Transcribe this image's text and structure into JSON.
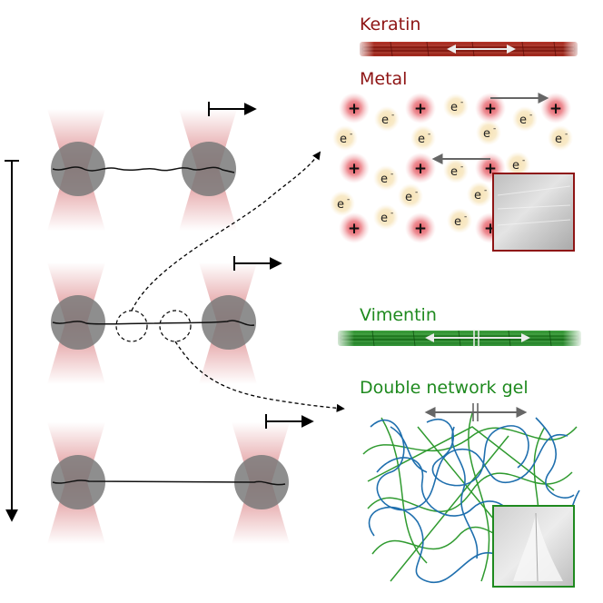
{
  "labels": {
    "keratin": "Keratin",
    "metal": "Metal",
    "vimentin": "Vimentin",
    "gel": "Double network gel"
  },
  "symbols": {
    "plus": "+",
    "electron": "e",
    "electron_sup": "-"
  },
  "colors": {
    "red_label": "#8e1414",
    "green_label": "#1f8a1f",
    "bead_grey": "#7a7a7a",
    "laser_red": "#c0262b",
    "fiber_red": "#8a1a12",
    "fiber_green": "#1e7d1e",
    "gel_blue": "#1f6fae",
    "gel_green": "#2f9a2f"
  }
}
